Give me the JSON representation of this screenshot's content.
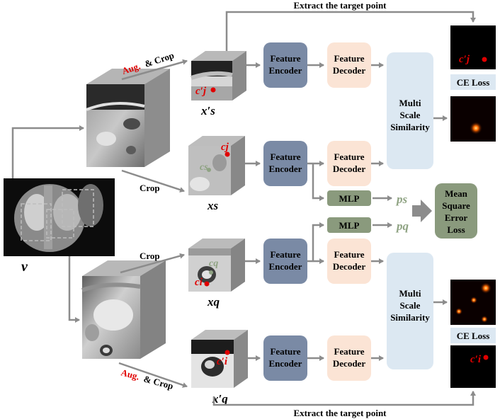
{
  "titles": {
    "top": "Extract the target point",
    "bottom": "Extract the target point"
  },
  "labels": {
    "aug_top": "Aug.",
    "crop_top_suffix": "& Crop",
    "crop_s": "Crop",
    "crop_q": "Crop",
    "aug_bottom": "Aug.",
    "crop_bottom_suffix": "& Crop",
    "v": "v",
    "xs_prime": "x′s",
    "xs": "xs",
    "xq": "xq",
    "xq_prime": "x′q",
    "cj_prime": "c′j",
    "cj": "cj",
    "cs": "cs",
    "cq": "cq",
    "ci": "ci",
    "ci_prime": "c′i",
    "heat_top_label": "c′j",
    "heat_bottom_label": "c′i"
  },
  "blocks": {
    "encoder_top_1": "Feature",
    "encoder_top_2": "Encoder",
    "encoder_s_1": "Feature",
    "encoder_s_2": "Encoder",
    "encoder_q_1": "Feature",
    "encoder_q_2": "Encoder",
    "encoder_bottom_1": "Feature",
    "encoder_bottom_2": "Encoder",
    "decoder_top_1": "Feature",
    "decoder_top_2": "Decoder",
    "decoder_s_1": "Feature",
    "decoder_s_2": "Decoder",
    "decoder_q_1": "Feature",
    "decoder_q_2": "Decoder",
    "decoder_bottom_1": "Feature",
    "decoder_bottom_2": "Decoder",
    "mlp_s": "MLP",
    "mlp_q": "MLP",
    "ps": "ps",
    "pq": "pq",
    "mss_top_1": "Multi",
    "mss_top_2": "Scale",
    "mss_top_3": "Similarity",
    "mss_bottom_1": "Multi",
    "mss_bottom_2": "Scale",
    "mss_bottom_3": "Similarity",
    "ce_top": "CE Loss",
    "ce_bottom": "CE Loss",
    "mse_1": "Mean",
    "mse_2": "Square",
    "mse_3": "Error",
    "mse_4": "Loss"
  },
  "colors": {
    "encoder": "#7a8aa5",
    "decoder": "#fbe4d5",
    "similarity": "#dce8f2",
    "mlp": "#8a9a7d",
    "mse": "#8a9a7d",
    "arrow": "#8c8c8c",
    "red": "#e00000",
    "green_text": "#8fa383"
  }
}
